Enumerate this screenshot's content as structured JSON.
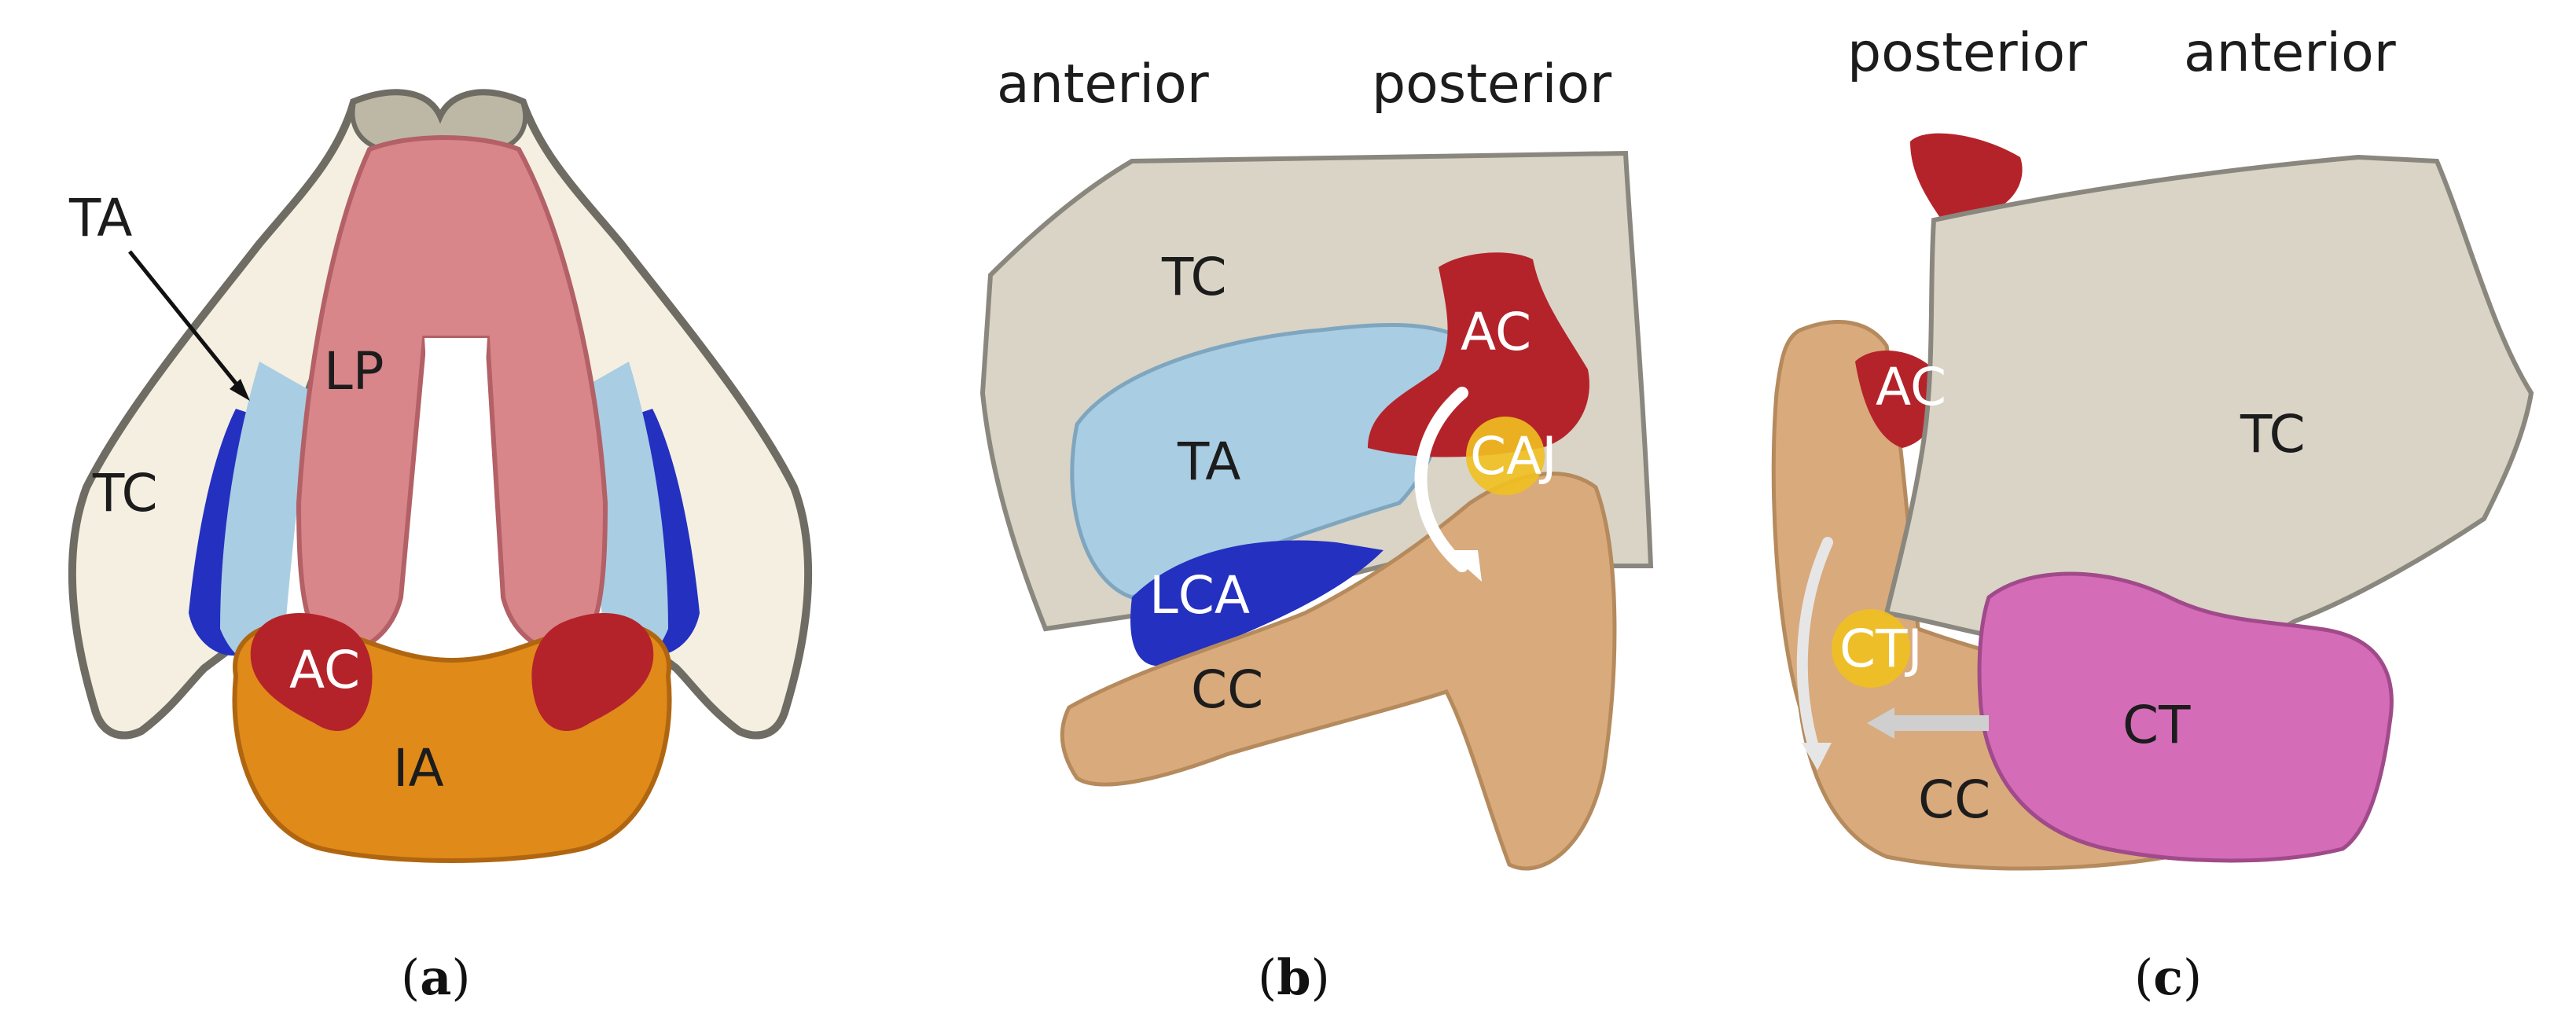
{
  "panels": [
    {
      "id": "a",
      "caption": {
        "open": "(",
        "letter": "a",
        "close": ")"
      },
      "labels": {
        "TA": "TA",
        "TC": "TC",
        "LP": "LP",
        "AC": "AC",
        "IA": "IA"
      }
    },
    {
      "id": "b",
      "caption": {
        "open": "(",
        "letter": "b",
        "close": ")"
      },
      "orientation": {
        "left": "anterior",
        "right": "posterior"
      },
      "labels": {
        "TC": "TC",
        "AC": "AC",
        "TA": "TA",
        "CAJ": "CAJ",
        "LCA": "LCA",
        "CC": "CC"
      }
    },
    {
      "id": "c",
      "caption": {
        "open": "(",
        "letter": "c",
        "close": ")"
      },
      "orientation": {
        "left": "posterior",
        "right": "anterior"
      },
      "labels": {
        "AC": "AC",
        "TC": "TC",
        "CTJ": "CTJ",
        "CT": "CT",
        "CC": "CC"
      }
    }
  ],
  "colors": {
    "TC": "#d9d4c6",
    "TC_shadow": "#8a877e",
    "TC_cream": "#f4efe0",
    "LP": "#d9868a",
    "AC": "#b5232a",
    "TA": "#a9cde3",
    "LCA": "#2430c0",
    "CC": "#d9aa7c",
    "CT": "#d46cb8",
    "IA": "#e08a1a",
    "joint": "#f0c020"
  }
}
